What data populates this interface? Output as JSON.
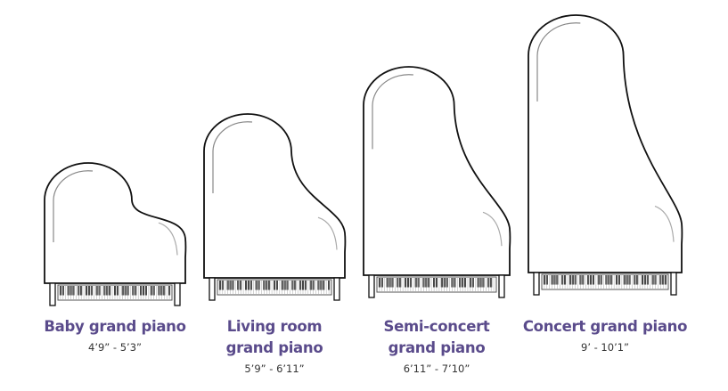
{
  "pianos": [
    {
      "name": "Baby grand piano",
      "name_lines": [
        "Baby grand piano"
      ],
      "size": "4’9” - 5’3”"
    },
    {
      "name": "Living room grand piano",
      "name_lines": [
        "Living room",
        "grand piano"
      ],
      "size": "5’9” - 6’11”"
    },
    {
      "name": "Semi-concert grand piano",
      "name_lines": [
        "Semi-concert",
        "grand piano"
      ],
      "size": "6’11” - 7’10”"
    },
    {
      "name": "Concert grand piano",
      "name_lines": [
        "Concert grand piano"
      ],
      "size": "9’ - 10’1”"
    }
  ],
  "colors": {
    "label": "#5a4b8b",
    "outline": "#111111"
  }
}
